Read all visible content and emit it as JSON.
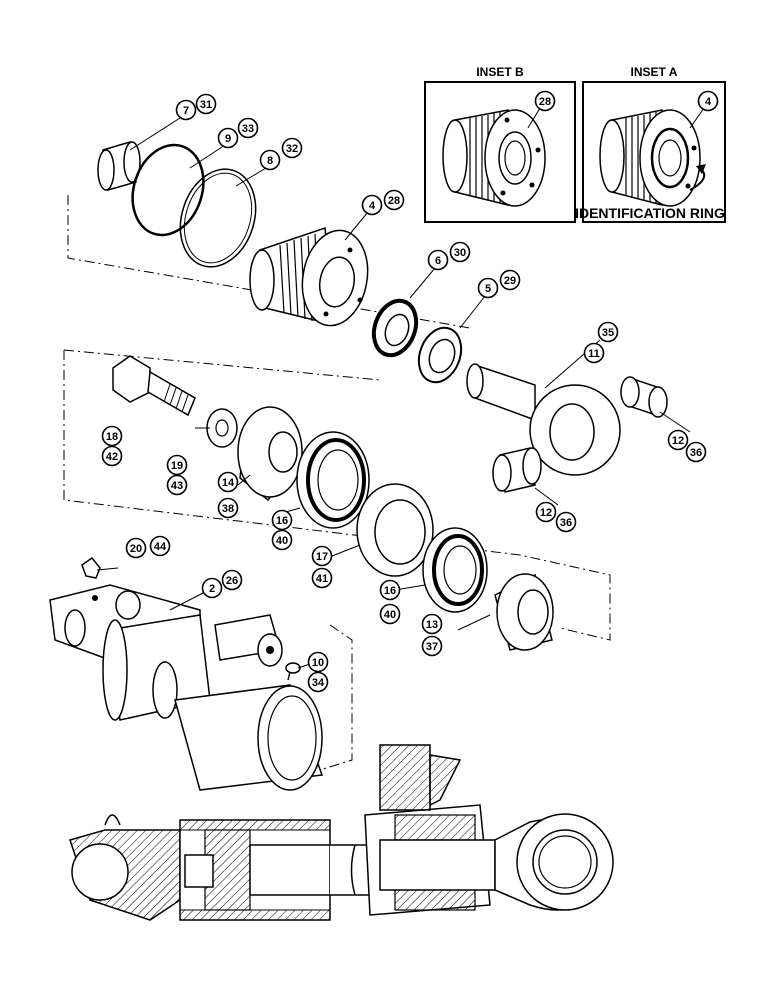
{
  "insets": {
    "inset_b": {
      "title": "INSET B",
      "part": "28"
    },
    "inset_a": {
      "title": "INSET A",
      "part": "4",
      "note": "IDENTIFICATION RING"
    }
  },
  "callouts": [
    {
      "id": "c7",
      "top": "7",
      "bottom": "31"
    },
    {
      "id": "c9",
      "top": "9",
      "bottom": "33"
    },
    {
      "id": "c8",
      "top": "8",
      "bottom": "32"
    },
    {
      "id": "c4",
      "top": "4",
      "bottom": "28"
    },
    {
      "id": "c6",
      "top": "6",
      "bottom": "30"
    },
    {
      "id": "c5",
      "top": "5",
      "bottom": "29"
    },
    {
      "id": "c11",
      "top": "11",
      "bottom": "35"
    },
    {
      "id": "c12a",
      "top": "12",
      "bottom": "36"
    },
    {
      "id": "c12b",
      "top": "12",
      "bottom": "36"
    },
    {
      "id": "c18",
      "top": "18",
      "bottom": "42"
    },
    {
      "id": "c19",
      "top": "19",
      "bottom": "43"
    },
    {
      "id": "c14",
      "top": "14",
      "bottom": "38"
    },
    {
      "id": "c16a",
      "top": "16",
      "bottom": "40"
    },
    {
      "id": "c17",
      "top": "17",
      "bottom": "41"
    },
    {
      "id": "c16b",
      "top": "16",
      "bottom": "40"
    },
    {
      "id": "c13",
      "top": "13",
      "bottom": "37"
    },
    {
      "id": "c20",
      "top": "20",
      "bottom": "44"
    },
    {
      "id": "c2",
      "top": "2",
      "bottom": "26"
    },
    {
      "id": "c10",
      "top": "10",
      "bottom": "34"
    }
  ]
}
